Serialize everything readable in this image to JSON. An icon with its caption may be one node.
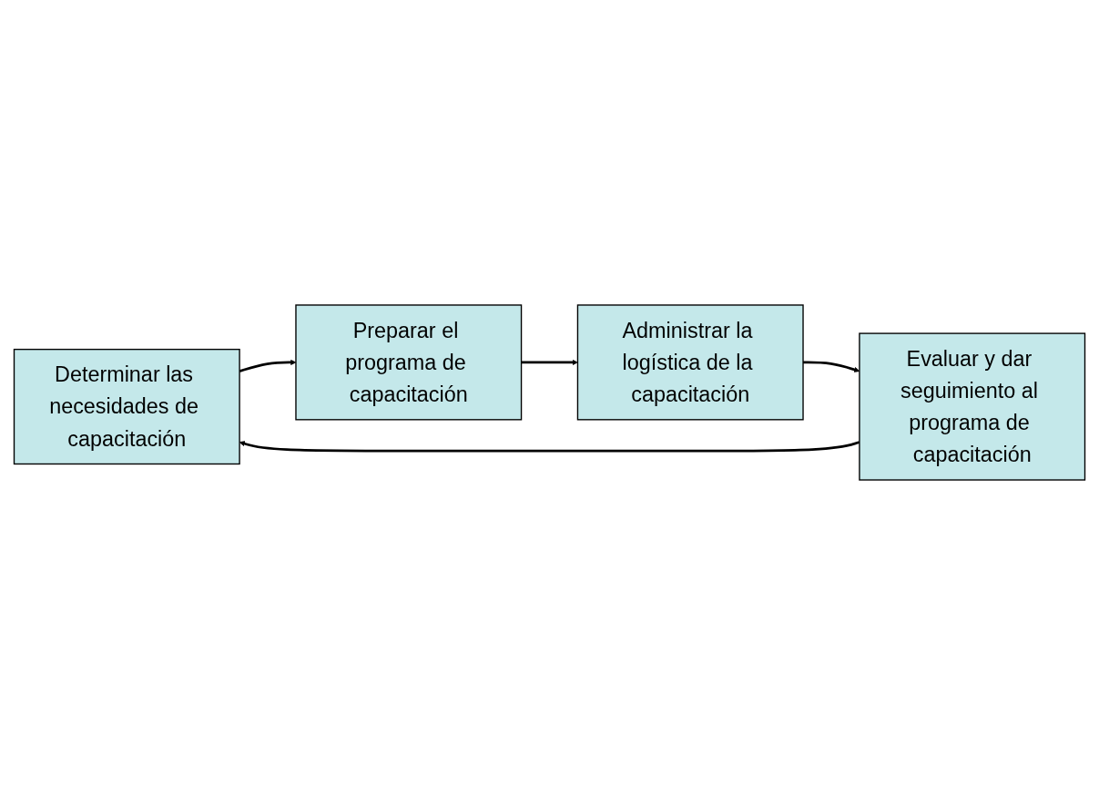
{
  "diagram": {
    "nodes": [
      {
        "text": [
          "Determinar las necesidades de capacitación"
        ]
      },
      {
        "text": [
          "Preparar el programa de capacitación"
        ]
      },
      {
        "text": [
          "Administrar la logística de la capacitación"
        ]
      },
      {
        "text": [
          "Evaluar y dar seguimiento al programa de capacitación"
        ]
      }
    ],
    "edges": [
      {
        "from": 0,
        "to": 1,
        "arrow": "to"
      },
      {
        "from": 1,
        "to": 2,
        "arrow": "to"
      },
      {
        "from": 2,
        "to": 3,
        "arrow": "to"
      },
      {
        "from": 3,
        "to": 0,
        "arrow": "to"
      }
    ]
  }
}
